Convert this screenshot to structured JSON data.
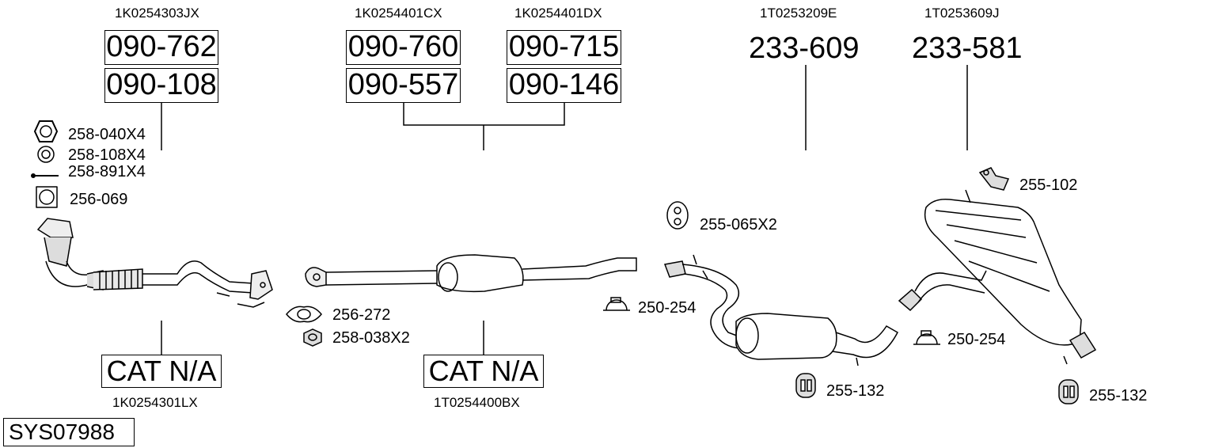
{
  "groups": {
    "g1": {
      "oe_top": "1K0254303JX",
      "box1": "090-762",
      "box2": "090-108",
      "oe_bottom": "1K0254301LX",
      "cat": "CAT N/A"
    },
    "g2": {
      "oe_top_a": "1K0254401CX",
      "oe_top_b": "1K0254401DX",
      "box_a1": "090-760",
      "box_a2": "090-557",
      "box_b1": "090-715",
      "box_b2": "090-146",
      "oe_bottom": "1T0254400BX",
      "cat": "CAT N/A"
    },
    "g3": {
      "oe_top": "1T0253209E",
      "part": "233-609"
    },
    "g4": {
      "oe_top": "1T0253609J",
      "part": "233-581"
    }
  },
  "fittings": {
    "nut": "258-040X4",
    "ring": "258-108X4",
    "bolt": "258-891X4",
    "gasket_front": "256-069",
    "gasket_mid": "256-272",
    "nut_mid": "258-038X2",
    "hanger_mid": "255-065X2",
    "clamp_a": "250-254",
    "clamp_b": "250-254",
    "bracket": "255-102",
    "rubber_a": "255-132",
    "rubber_b": "255-132"
  },
  "system_code": "SYS07988"
}
